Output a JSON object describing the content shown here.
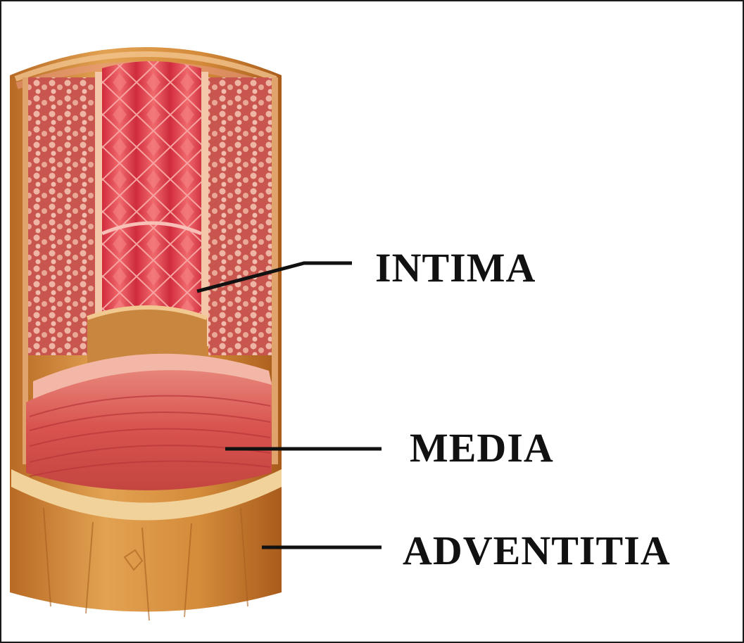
{
  "layers": [
    {
      "id": "intima",
      "label": "INTIMA"
    },
    {
      "id": "media",
      "label": "MEDIA"
    },
    {
      "id": "adventitia",
      "label": "ADVENTITIA"
    }
  ],
  "colors": {
    "frame": "#1a1a1a",
    "leader_line": "#111111",
    "adventitia": "#d08a3c",
    "media": "#d9534f",
    "intima": "#e2394a",
    "cut_face": "#c9564e"
  }
}
